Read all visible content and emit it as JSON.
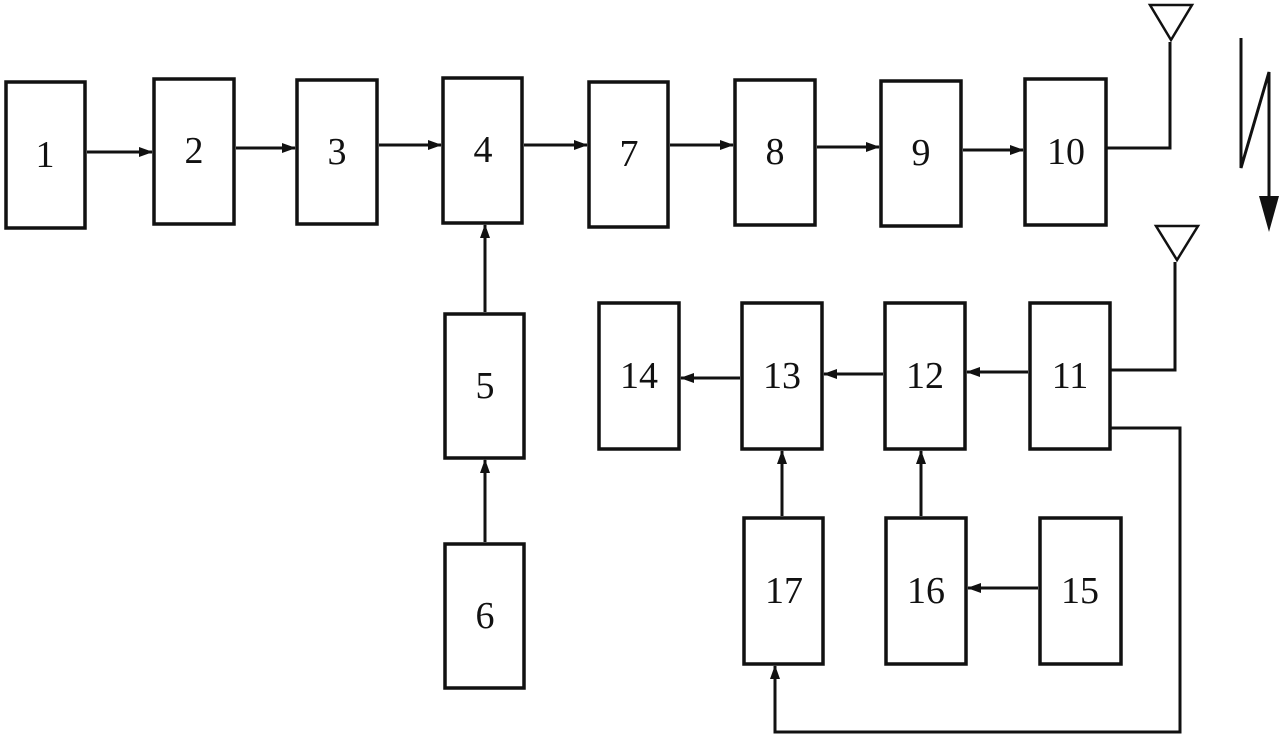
{
  "diagram": {
    "type": "block-diagram",
    "blocks": [
      {
        "id": "b1",
        "label": "1"
      },
      {
        "id": "b2",
        "label": "2"
      },
      {
        "id": "b3",
        "label": "3"
      },
      {
        "id": "b4",
        "label": "4"
      },
      {
        "id": "b5",
        "label": "5"
      },
      {
        "id": "b6",
        "label": "6"
      },
      {
        "id": "b7",
        "label": "7"
      },
      {
        "id": "b8",
        "label": "8"
      },
      {
        "id": "b9",
        "label": "9"
      },
      {
        "id": "b10",
        "label": "10"
      },
      {
        "id": "b11",
        "label": "11"
      },
      {
        "id": "b12",
        "label": "12"
      },
      {
        "id": "b13",
        "label": "13"
      },
      {
        "id": "b14",
        "label": "14"
      },
      {
        "id": "b15",
        "label": "15"
      },
      {
        "id": "b16",
        "label": "16"
      },
      {
        "id": "b17",
        "label": "17"
      }
    ],
    "connections": [
      {
        "from": "1",
        "to": "2"
      },
      {
        "from": "2",
        "to": "3"
      },
      {
        "from": "3",
        "to": "4"
      },
      {
        "from": "4",
        "to": "7"
      },
      {
        "from": "7",
        "to": "8"
      },
      {
        "from": "8",
        "to": "9"
      },
      {
        "from": "9",
        "to": "10"
      },
      {
        "from": "6",
        "to": "5"
      },
      {
        "from": "5",
        "to": "4"
      },
      {
        "from": "11",
        "to": "12"
      },
      {
        "from": "12",
        "to": "13"
      },
      {
        "from": "13",
        "to": "14"
      },
      {
        "from": "15",
        "to": "16"
      },
      {
        "from": "16",
        "to": "12"
      },
      {
        "from": "17",
        "to": "13"
      },
      {
        "from": "11",
        "to": "17"
      }
    ],
    "antennas": [
      {
        "attached_to": "10"
      },
      {
        "attached_to": "11"
      }
    ],
    "wireless_link": {
      "from": "10",
      "to": "11",
      "symbol": "lightning-arrow"
    }
  }
}
